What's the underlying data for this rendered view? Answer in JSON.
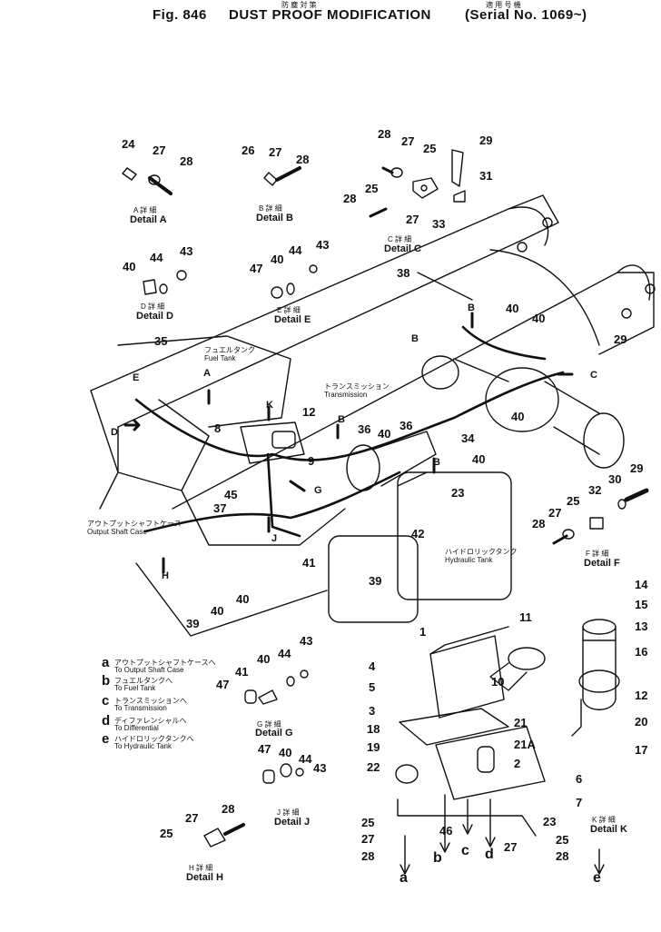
{
  "header": {
    "fig": "Fig. 846",
    "title": "DUST PROOF MODIFICATION",
    "serial": "(Serial No. 1069~)",
    "title_jp": "防  塵  対  策",
    "serial_jp": "適 用 号 機"
  },
  "details": {
    "A": {
      "jp": "A 詳 細",
      "en": "Detail A"
    },
    "B": {
      "jp": "B 詳 細",
      "en": "Detail B"
    },
    "C": {
      "jp": "C 詳 細",
      "en": "Detail C"
    },
    "D": {
      "jp": "D 詳 細",
      "en": "Detail D"
    },
    "E": {
      "jp": "E 詳 細",
      "en": "Detail E"
    },
    "F": {
      "jp": "F 詳 細",
      "en": "Detail F"
    },
    "G": {
      "jp": "G 詳 細",
      "en": "Detail G"
    },
    "H": {
      "jp": "H 詳 細",
      "en": "Detail H"
    },
    "J": {
      "jp": "J 詳 細",
      "en": "Detail J"
    },
    "K": {
      "jp": "K 詳 細",
      "en": "Detail K"
    }
  },
  "labels": {
    "fuel_tank_jp": "フュエルタンク",
    "fuel_tank": "Fuel Tank",
    "transmission_jp": "トランスミッション",
    "transmission": "Transmission",
    "output_case_jp": "アウトプットシャフトケース",
    "output_case": "Output Shaft Case",
    "hydraulic_tank_jp": "ハイドロリックタンク",
    "hydraulic_tank": "Hydraulic Tank"
  },
  "legend": [
    {
      "key": "a",
      "jp": "アウトプットシャフトケースへ",
      "en": "To Output Shaft Case"
    },
    {
      "key": "b",
      "jp": "フュエルタンクへ",
      "en": "To Fuel Tank"
    },
    {
      "key": "c",
      "jp": "トランスミッションへ",
      "en": "To Transmission"
    },
    {
      "key": "d",
      "jp": "ディファレンシャルへ",
      "en": "To Differential"
    },
    {
      "key": "e",
      "jp": "ハイドロリックタンクへ",
      "en": "To Hydraulic Tank"
    }
  ],
  "part_numbers": {
    "n24": "24",
    "n27": "27",
    "n28": "28",
    "n26": "26",
    "n25": "25",
    "n29": "29",
    "n31": "31",
    "n33": "33",
    "n40": "40",
    "n44": "44",
    "n43": "43",
    "n47": "47",
    "n38": "38",
    "n35": "35",
    "n8": "8",
    "n12": "12",
    "n9": "9",
    "n36": "36",
    "n34": "34",
    "n45": "45",
    "n37": "37",
    "n23": "23",
    "n42": "42",
    "n41": "41",
    "n39": "39",
    "n30": "30",
    "n32": "32",
    "n14": "14",
    "n15": "15",
    "n13": "13",
    "n16": "16",
    "n11": "11",
    "n1": "1",
    "n4": "4",
    "n5": "5",
    "n3": "3",
    "n10": "10",
    "n18": "18",
    "n19": "19",
    "n21": "21",
    "n21a": "21A",
    "n2": "2",
    "n22": "22",
    "n20": "20",
    "n17": "17",
    "n6": "6",
    "n7": "7",
    "n46": "46"
  },
  "arrow_letters": {
    "a": "a",
    "b": "b",
    "c": "c",
    "d": "d",
    "e": "e",
    "A": "A",
    "B": "B",
    "C": "C",
    "D": "D",
    "E": "E",
    "G": "G",
    "H": "H",
    "J": "J",
    "K": "K"
  }
}
